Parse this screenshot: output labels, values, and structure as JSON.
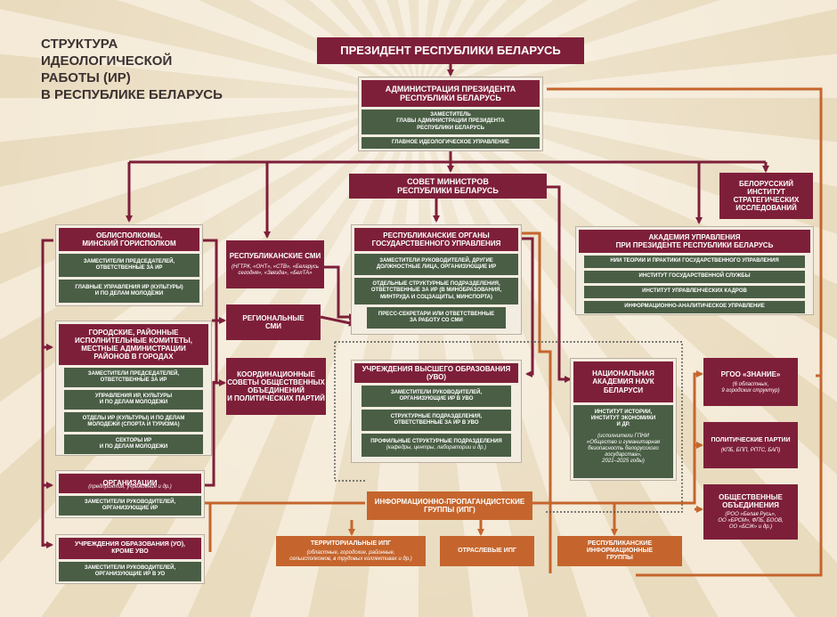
{
  "title": [
    "СТРУКТУРА",
    "ИДЕОЛОГИЧЕСКОЙ",
    "РАБОТЫ (ИР)",
    "В РЕСПУБЛИКЕ БЕЛАРУСЬ"
  ],
  "president": "ПРЕЗИДЕНТ РЕСПУБЛИКИ БЕЛАРУСЬ",
  "administration": {
    "head": [
      "АДМИНИСТРАЦИЯ ПРЕЗИДЕНТА",
      "РЕСПУБЛИКИ БЕЛАРУСЬ"
    ],
    "items": [
      [
        "ЗАМЕСТИТЕЛЬ",
        "ГЛАВЫ АДМИНИСТРАЦИИ ПРЕЗИДЕНТА",
        "РЕСПУБЛИКИ БЕЛАРУСЬ"
      ],
      [
        "ГЛАВНОЕ ИДЕОЛОГИЧЕСКОЕ УПРАВЛЕНИЕ"
      ]
    ]
  },
  "council": [
    "СОВЕТ МИНИСТРОВ",
    "РЕСПУБЛИКИ БЕЛАРУСЬ"
  ],
  "institute": [
    "БЕЛОРУССКИЙ",
    "ИНСТИТУТ",
    "СТРАТЕГИЧЕСКИХ",
    "ИССЛЕДОВАНИЙ"
  ],
  "oblast": {
    "head": [
      "ОБЛИСПОЛКОМЫ,",
      "МИНСКИЙ ГОРИСПОЛКОМ"
    ],
    "items": [
      [
        "ЗАМЕСТИТЕЛИ ПРЕДСЕДАТЕЛЕЙ,",
        "ОТВЕТСТВЕННЫЕ ЗА ИР"
      ],
      [
        "ГЛАВНЫЕ УПРАВЛЕНИЯ ИР (КУЛЬТУРЫ)",
        "И ПО ДЕЛАМ МОЛОДЕЖИ"
      ]
    ]
  },
  "rep_media": {
    "head": "РЕСПУБЛИКАНСКИЕ СМИ",
    "sub": [
      "(НГТРК, «ОНТ», «СТВ», «Беларусь",
      "сегодня», «Звязда», «БелТА»"
    ]
  },
  "rep_organs": {
    "head": [
      "РЕСПУБЛИКАНСКИЕ ОРГАНЫ",
      "ГОСУДАРСТВЕННОГО УПРАВЛЕНИЯ"
    ],
    "items": [
      [
        "ЗАМЕСТИТЕЛИ РУКОВОДИТЕЛЕЙ, ДРУГИЕ",
        "ДОЛЖНОСТНЫЕ ЛИЦА, ОРГАНИЗУЮЩИЕ ИР"
      ],
      [
        "ОТДЕЛЬНЫЕ СТРУКТУРНЫЕ ПОДРАЗДЕЛЕНИЯ,",
        "ОТВЕТСТВЕННЫЕ ЗА ИР (В МИНОБРАЗОВАНИЯ,",
        "МИНТРУДА И СОЦЗАЩИТЫ, МИНСПОРТА)"
      ],
      [
        "ПРЕСС-СЕКРЕТАРИ ИЛИ ОТВЕТСТВЕННЫЕ",
        "ЗА РАБОТУ СО СМИ"
      ]
    ]
  },
  "academy_mgmt": {
    "head": [
      "АКАДЕМИЯ УПРАВЛЕНИЯ",
      "ПРИ ПРЕЗИДЕНТЕ РЕСПУБЛИКИ БЕЛАРУСЬ"
    ],
    "items": [
      "НИИ ТЕОРИИ И ПРАКТИКИ ГОСУДАРСТВЕННОГО УПРАВЛЕНИЯ",
      "ИНСТИТУТ ГОСУДАРСТВЕННОЙ СЛУЖБЫ",
      "ИНСТИТУТ УПРАВЛЕНЧЕСКИХ КАДРОВ",
      "ИНФОРМАЦИОННО-АНАЛИТИЧЕСКОЕ УПРАВЛЕНИЕ"
    ]
  },
  "regional_media": [
    "РЕГИОНАЛЬНЫЕ",
    "СМИ"
  ],
  "city": {
    "head": [
      "ГОРОДСКИЕ, РАЙОННЫЕ",
      "ИСПОЛНИТЕЛЬНЫЕ КОМИТЕТЫ,",
      "МЕСТНЫЕ АДМИНИСТРАЦИИ",
      "РАЙОНОВ В ГОРОДАХ"
    ],
    "items": [
      [
        "ЗАМЕСТИТЕЛИ ПРЕДСЕДАТЕЛЕЙ,",
        "ОТВЕТСТВЕННЫЕ ЗА ИР"
      ],
      [
        "УПРАВЛЕНИЯ ИР, КУЛЬТУРЫ",
        "И ПО ДЕЛАМ МОЛОДЕЖИ"
      ],
      [
        "ОТДЕЛЫ ИР (КУЛЬТУРЫ) И ПО ДЕЛАМ",
        "МОЛОДЕЖИ (СПОРТА И ТУРИЗМА)"
      ],
      [
        "СЕКТОРЫ ИР",
        "И ПО ДЕЛАМ МОЛОДЕЖИ"
      ]
    ]
  },
  "coord": [
    "КООРДИНАЦИОННЫЕ",
    "СОВЕТЫ ОБЩЕСТВЕННЫХ",
    "ОБЪЕДИНЕНИЙ",
    "И ПОЛИТИЧЕСКИХ ПАРТИЙ"
  ],
  "uvo": {
    "head": "УЧРЕЖДЕНИЯ ВЫСШЕГО ОБРАЗОВАНИЯ (УВО)",
    "items": [
      [
        "ЗАМЕСТИТЕЛИ РУКОВОДИТЕЛЕЙ,",
        "ОРГАНИЗУЮЩИЕ ИР В УВО"
      ],
      [
        "СТРУКТУРНЫЕ ПОДРАЗДЕЛЕНИЯ,",
        "ОТВЕТСТВЕННЫЕ ЗА ИР В УВО"
      ]
    ],
    "last": "ПРОФИЛЬНЫЕ СТРУКТУРНЫЕ ПОДРАЗДЕЛЕНИЯ",
    "last_sub": "(кафедры, центры, лаборатории и др.)"
  },
  "nan": {
    "head": [
      "НАЦИОНАЛЬНАЯ",
      "АКАДЕМИЯ НАУК",
      "БЕЛАРУСИ"
    ],
    "item": [
      "ИНСТИТУТ ИСТОРИИ,",
      "ИНСТИТУТ ЭКОНОМИКИ",
      "И ДР."
    ],
    "sub": [
      "(исполнители ГПНИ",
      "«Общество и гуманитарная",
      "безопасность белорусского",
      "государства»,",
      "2021–2025 годы)"
    ]
  },
  "znanie": {
    "head": "РГОО «ЗНАНИЕ»",
    "sub": [
      "(6 областных,",
      "9 городских структур)"
    ]
  },
  "parties": {
    "head": "ПОЛИТИЧЕСКИЕ ПАРТИИ",
    "sub": "(КПБ, БПП, РПТС, БАП)"
  },
  "public": {
    "head": [
      "ОБЩЕСТВЕННЫЕ",
      "ОБЪЕДИНЕНИЯ"
    ],
    "sub": [
      "(РОО «Белая Русь»,",
      "ОО «БРСМ», ФПБ, БООВ,",
      "ОО «БСЖ» и др.)"
    ]
  },
  "orgs": {
    "head": "ОРГАНИЗАЦИИ",
    "sub": "(предприятия, учреждения и др.)",
    "item": [
      "ЗАМЕСТИТЕЛИ РУКОВОДИТЕЛЕЙ,",
      "ОРГАНИЗУЮЩИЕ ИР"
    ]
  },
  "uo": {
    "head": [
      "УЧРЕЖДЕНИЯ ОБРАЗОВАНИЯ (УО),",
      "КРОМЕ УВО"
    ],
    "item": [
      "ЗАМЕСТИТЕЛИ РУКОВОДИТЕЛЕЙ,",
      "ОРГАНИЗУЮЩИЕ ИР В УО"
    ]
  },
  "ipg": [
    "ИНФОРМАЦИОННО-ПРОПАГАНДИСТСКИЕ",
    "ГРУППЫ (ИПГ)"
  ],
  "terr_ipg": {
    "head": "ТЕРРИТОРИАЛЬНЫЕ ИПГ",
    "sub": [
      "(областные, городские, районные,",
      "сельисполкомов, в трудовых коллективах и др.)"
    ]
  },
  "branch_ipg": "ОТРАСЛЕВЫЕ ИПГ",
  "rep_ipg": [
    "РЕСПУБЛИКАНСКИЕ",
    "ИНФОРМАЦИОННЫЕ",
    "ГРУППЫ"
  ],
  "colors": {
    "maroon": "#7e1f3a",
    "green": "#4a5e45",
    "orange": "#c5652d"
  }
}
